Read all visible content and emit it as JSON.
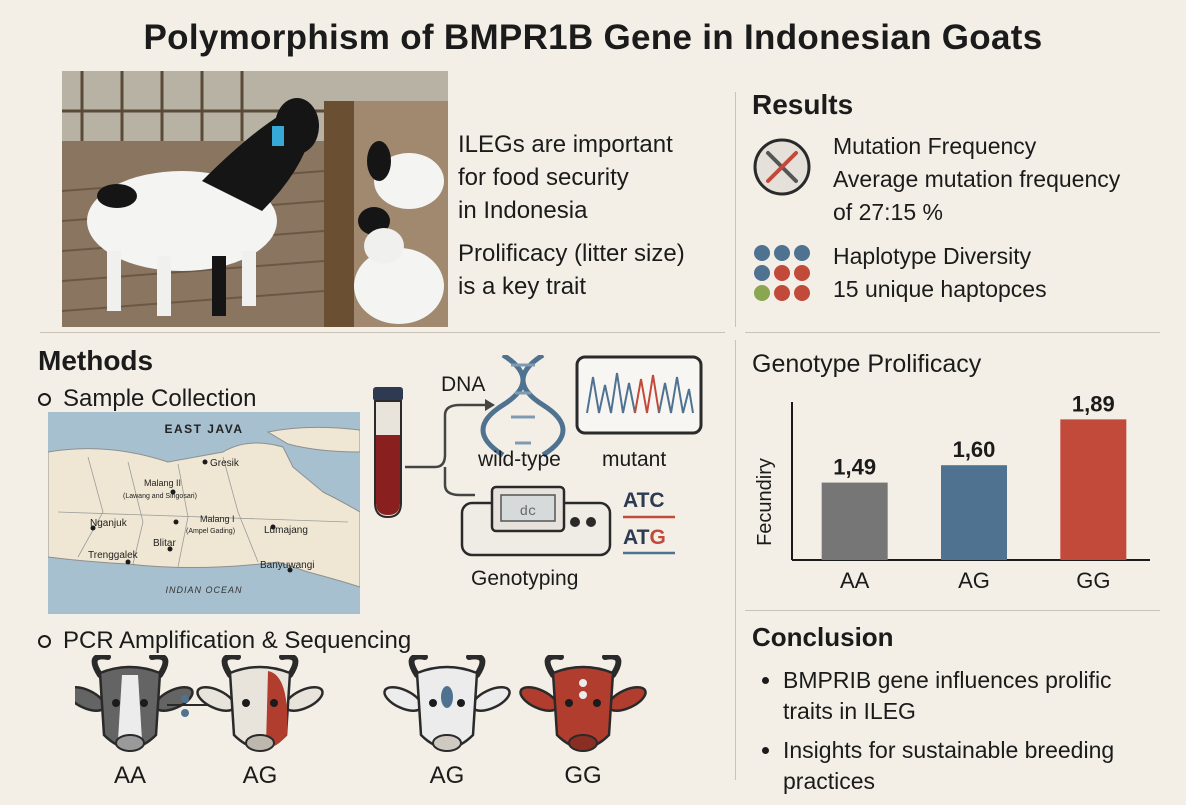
{
  "title": "Polymorphism of BMPR1B Gene in Indonesian Goats",
  "intro": {
    "line1": "ILEGs are important",
    "line2": "for food security",
    "line3": "in Indonesia",
    "line4": "Prolificacy (litter size)",
    "line5": "is a key trait"
  },
  "results": {
    "heading": "Results",
    "mutation": {
      "title": "Mutation Frequency",
      "line1": "Average mutation frequency",
      "line2": "of 27:15 %"
    },
    "haplotype": {
      "title": "Haplotype Diversity",
      "line1": "15 unique haptopces"
    }
  },
  "methods": {
    "heading": "Methods",
    "sample": "Sample Collection",
    "pcr": "PCR Amplification & Sequencing",
    "map": {
      "region": "EAST JAVA",
      "ocean": "INDIAN OCEAN",
      "places": [
        "Gresik",
        "Malang II",
        "(Lawang and Singosari)",
        "Nganjuk",
        "Malang I",
        "(Ampel Gading)",
        "Lumajang",
        "Blitar",
        "Trenggalek",
        "Banyuwangi"
      ]
    },
    "dna": "DNA",
    "wild": "wild-type",
    "mutant": "mutant",
    "genotyping": "Genotyping",
    "device_display": "dc",
    "seq1": "ATC",
    "seq2_prefix": "AT",
    "seq2_mut": "G",
    "goats": [
      "AA",
      "AG",
      "AG",
      "GG"
    ]
  },
  "genotype": {
    "heading": "Genotype Prolificacy"
  },
  "chart_data": {
    "type": "bar",
    "title": "Genotype Prolificacy",
    "ylabel": "Fecundiry",
    "xlabel": "",
    "categories": [
      "AA",
      "AG",
      "GG"
    ],
    "values": [
      1.49,
      1.6,
      1.89
    ],
    "value_labels": [
      "1,49",
      "1,60",
      "1,89"
    ],
    "colors": [
      "#767676",
      "#4f7291",
      "#c24a3a"
    ],
    "ylim": [
      1.0,
      2.0
    ],
    "grid": false
  },
  "conclusion": {
    "heading": "Conclusion",
    "items": [
      "BMPRIB gene influences prolific traits in ILEG",
      "Insights for sustainable breeding practices"
    ]
  },
  "colors": {
    "background": "#f4efe6",
    "red": "#c24a3a",
    "blue": "#4f7291",
    "gray": "#767676",
    "green": "#8aa650",
    "sea": "#a6c0cf",
    "land": "#efe7d3"
  }
}
